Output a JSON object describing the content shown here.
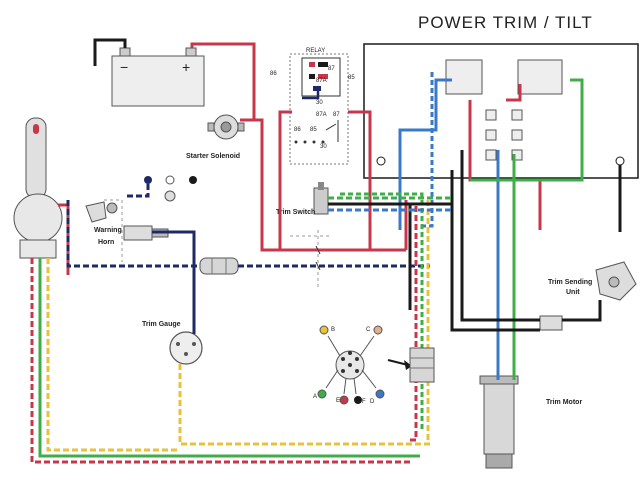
{
  "title": "POWER TRIM / TILT",
  "labels": {
    "relay": "RELAY",
    "starter_solenoid": "Starter Solenoid",
    "trim_switch": "Trim Switch",
    "warning_horn_line1": "Warning",
    "warning_horn_line2": "Horn",
    "trim_gauge": "Trim Gauge",
    "trim_sending_unit_line1": "Trim Sending",
    "trim_sending_unit_line2": "Unit",
    "trim_motor": "Trim Motor"
  },
  "battery": {
    "minus": "−",
    "plus": "+"
  },
  "relay_pins": {
    "p86": "86",
    "p87": "87",
    "p87a": "87A",
    "p85": "85",
    "p30": "30"
  },
  "relay_legend": {
    "p87a": "87A",
    "p87": "87",
    "p86": "86",
    "p85": "85",
    "p30": "30"
  },
  "plug_pins": {
    "a": "A",
    "b": "B",
    "c": "C",
    "d": "D",
    "e": "E",
    "f": "F"
  },
  "colors": {
    "red": "#c8364a",
    "navy": "#1e2a66",
    "blue": "#3a78c8",
    "green": "#3fae48",
    "yellow": "#e8c23a",
    "black": "#1a1a1a",
    "gray": "#999999"
  }
}
